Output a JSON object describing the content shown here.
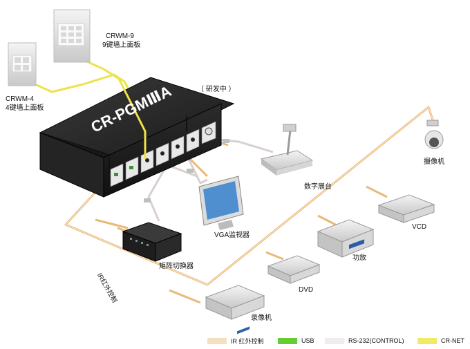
{
  "labels": {
    "crwm9_model": "CRWM-9",
    "crwm9_desc": "9键墙上面板",
    "crwm4_model": "CRWM-4",
    "crwm4_desc": "4键墙上面板",
    "controller_name": "CR-PGMⅢA",
    "in_development": "（ 研发中 ）",
    "camera": "摄像机",
    "document_camera": "数字展台",
    "vga_monitor": "VGA监视器",
    "vcd": "VCD",
    "amplifier": "功放",
    "matrix_switcher": "矩阵切换器",
    "ir_control": "IR红外控制",
    "dvd": "DVD",
    "recorder": "录像机"
  },
  "legend": [
    {
      "label": "IR 红外控制",
      "color": "#f5dfc0"
    },
    {
      "label": "USB",
      "color": "#66cc33"
    },
    {
      "label": "RS-232(CONTROL)",
      "color": "#f2ecec"
    },
    {
      "label": "CR-NET",
      "color": "#f2ea66"
    }
  ],
  "colors": {
    "ir_cable": "#e8b97a",
    "usb_cable": "#66cc33",
    "rs232_cable": "#e2d8d8",
    "crnet_cable": "#eee24a",
    "chassis": "#2a2a2a"
  }
}
